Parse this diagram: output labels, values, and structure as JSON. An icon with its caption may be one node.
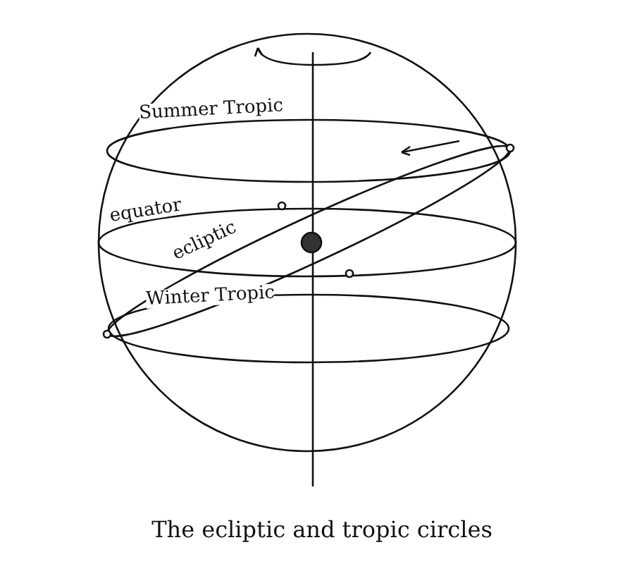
{
  "diagram": {
    "caption": "The ecliptic and tropic circles",
    "labels": [
      "Summer Tropic",
      "equator",
      "ecliptic",
      "Winter Tropic"
    ]
  }
}
